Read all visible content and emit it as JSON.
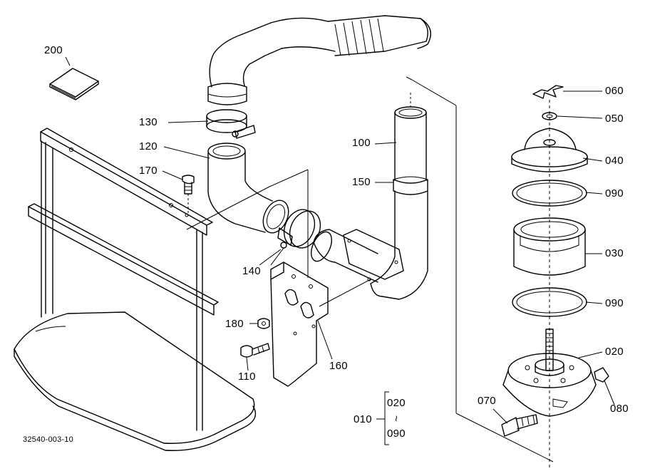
{
  "figure_code": "32540-003-10",
  "callouts": {
    "p200": "200",
    "p130": "130",
    "p120": "120",
    "p170": "170",
    "p140": "140",
    "p180": "180",
    "p110": "110",
    "p160": "160",
    "p100": "100",
    "p150": "150",
    "p060": "060",
    "p050": "050",
    "p040": "040",
    "p090a": "090",
    "p030": "030",
    "p090b": "090",
    "p020": "020",
    "p080": "080",
    "p070": "070"
  },
  "assembly": {
    "number": "010",
    "range_from": "020",
    "range_sep": "~",
    "range_to": "090"
  }
}
